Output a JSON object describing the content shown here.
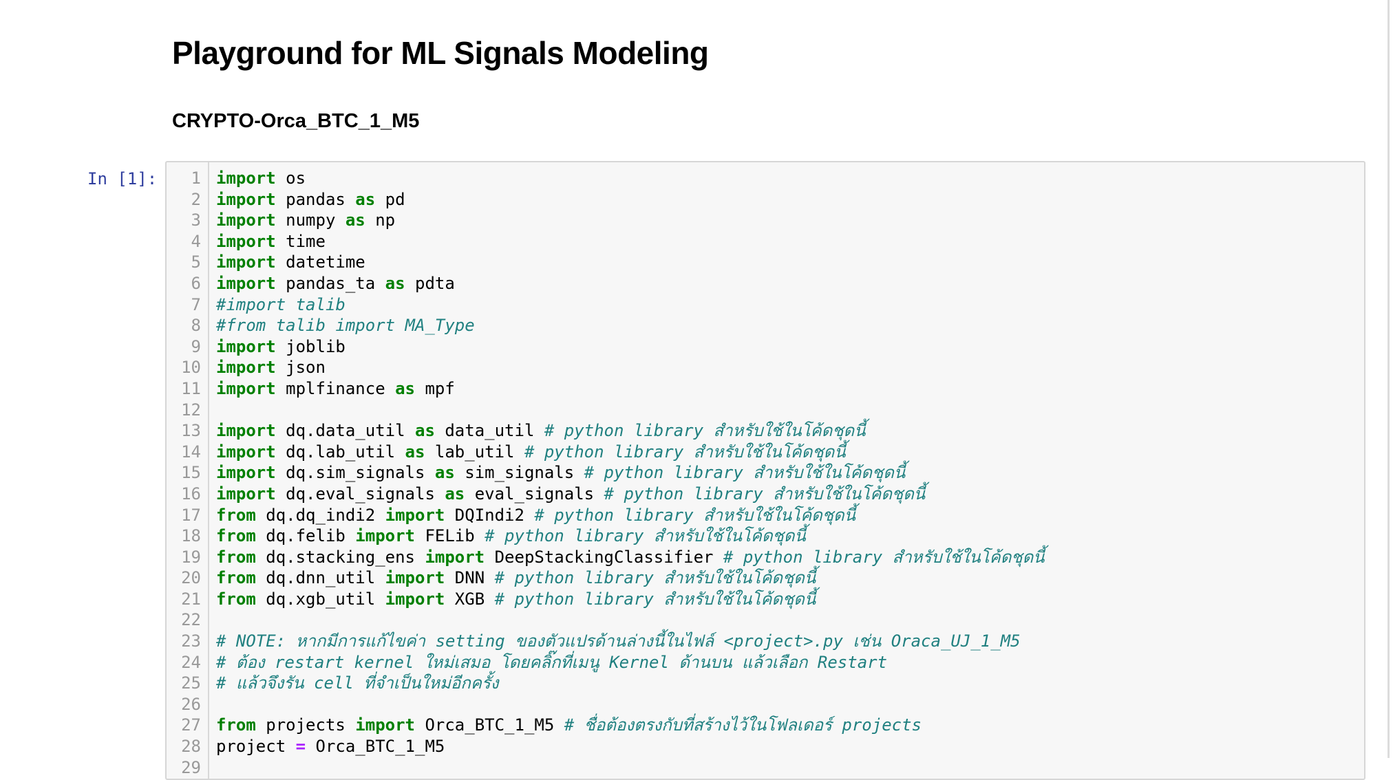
{
  "page": {
    "title": "Playground for ML Signals Modeling",
    "subtitle": "CRYPTO-Orca_BTC_1_M5"
  },
  "colors": {
    "keyword": "#008000",
    "comment": "#208080",
    "operator": "#AA22FF",
    "prompt": "#303F9F",
    "line_number": "#999999",
    "cell_bg": "#f7f7f7",
    "cell_border": "#d6d6d6",
    "gutter_border": "#d8d8d8",
    "divider": "#dcdcdc"
  },
  "cell": {
    "prompt": "In [1]:",
    "execution_count": "1",
    "code_lines": [
      {
        "n": 1,
        "tokens": [
          [
            "kw",
            "import"
          ],
          [
            "txt",
            " os"
          ]
        ]
      },
      {
        "n": 2,
        "tokens": [
          [
            "kw",
            "import"
          ],
          [
            "txt",
            " pandas "
          ],
          [
            "kw",
            "as"
          ],
          [
            "txt",
            " pd"
          ]
        ]
      },
      {
        "n": 3,
        "tokens": [
          [
            "kw",
            "import"
          ],
          [
            "txt",
            " numpy "
          ],
          [
            "kw",
            "as"
          ],
          [
            "txt",
            " np"
          ]
        ]
      },
      {
        "n": 4,
        "tokens": [
          [
            "kw",
            "import"
          ],
          [
            "txt",
            " time"
          ]
        ]
      },
      {
        "n": 5,
        "tokens": [
          [
            "kw",
            "import"
          ],
          [
            "txt",
            " datetime"
          ]
        ]
      },
      {
        "n": 6,
        "tokens": [
          [
            "kw",
            "import"
          ],
          [
            "txt",
            " pandas_ta "
          ],
          [
            "kw",
            "as"
          ],
          [
            "txt",
            " pdta"
          ]
        ]
      },
      {
        "n": 7,
        "tokens": [
          [
            "com",
            "#import talib"
          ]
        ]
      },
      {
        "n": 8,
        "tokens": [
          [
            "com",
            "#from talib import MA_Type"
          ]
        ]
      },
      {
        "n": 9,
        "tokens": [
          [
            "kw",
            "import"
          ],
          [
            "txt",
            " joblib"
          ]
        ]
      },
      {
        "n": 10,
        "tokens": [
          [
            "kw",
            "import"
          ],
          [
            "txt",
            " json"
          ]
        ]
      },
      {
        "n": 11,
        "tokens": [
          [
            "kw",
            "import"
          ],
          [
            "txt",
            " mplfinance "
          ],
          [
            "kw",
            "as"
          ],
          [
            "txt",
            " mpf"
          ]
        ]
      },
      {
        "n": 12,
        "tokens": []
      },
      {
        "n": 13,
        "tokens": [
          [
            "kw",
            "import"
          ],
          [
            "txt",
            " dq.data_util "
          ],
          [
            "kw",
            "as"
          ],
          [
            "txt",
            " data_util "
          ],
          [
            "com",
            "# python library สำหรับใช้ในโค้ดชุดนี้"
          ]
        ]
      },
      {
        "n": 14,
        "tokens": [
          [
            "kw",
            "import"
          ],
          [
            "txt",
            " dq.lab_util "
          ],
          [
            "kw",
            "as"
          ],
          [
            "txt",
            " lab_util "
          ],
          [
            "com",
            "# python library สำหรับใช้ในโค้ดชุดนี้"
          ]
        ]
      },
      {
        "n": 15,
        "tokens": [
          [
            "kw",
            "import"
          ],
          [
            "txt",
            " dq.sim_signals "
          ],
          [
            "kw",
            "as"
          ],
          [
            "txt",
            " sim_signals "
          ],
          [
            "com",
            "# python library สำหรับใช้ในโค้ดชุดนี้"
          ]
        ]
      },
      {
        "n": 16,
        "tokens": [
          [
            "kw",
            "import"
          ],
          [
            "txt",
            " dq.eval_signals "
          ],
          [
            "kw",
            "as"
          ],
          [
            "txt",
            " eval_signals "
          ],
          [
            "com",
            "# python library สำหรับใช้ในโค้ดชุดนี้"
          ]
        ]
      },
      {
        "n": 17,
        "tokens": [
          [
            "kw",
            "from"
          ],
          [
            "txt",
            " dq.dq_indi2 "
          ],
          [
            "kw",
            "import"
          ],
          [
            "txt",
            " DQIndi2 "
          ],
          [
            "com",
            "# python library สำหรับใช้ในโค้ดชุดนี้"
          ]
        ]
      },
      {
        "n": 18,
        "tokens": [
          [
            "kw",
            "from"
          ],
          [
            "txt",
            " dq.felib "
          ],
          [
            "kw",
            "import"
          ],
          [
            "txt",
            " FELib "
          ],
          [
            "com",
            "# python library สำหรับใช้ในโค้ดชุดนี้"
          ]
        ]
      },
      {
        "n": 19,
        "tokens": [
          [
            "kw",
            "from"
          ],
          [
            "txt",
            " dq.stacking_ens "
          ],
          [
            "kw",
            "import"
          ],
          [
            "txt",
            " DeepStackingClassifier "
          ],
          [
            "com",
            "# python library สำหรับใช้ในโค้ดชุดนี้"
          ]
        ]
      },
      {
        "n": 20,
        "tokens": [
          [
            "kw",
            "from"
          ],
          [
            "txt",
            " dq.dnn_util "
          ],
          [
            "kw",
            "import"
          ],
          [
            "txt",
            " DNN "
          ],
          [
            "com",
            "# python library สำหรับใช้ในโค้ดชุดนี้"
          ]
        ]
      },
      {
        "n": 21,
        "tokens": [
          [
            "kw",
            "from"
          ],
          [
            "txt",
            " dq.xgb_util "
          ],
          [
            "kw",
            "import"
          ],
          [
            "txt",
            " XGB "
          ],
          [
            "com",
            "# python library สำหรับใช้ในโค้ดชุดนี้"
          ]
        ]
      },
      {
        "n": 22,
        "tokens": []
      },
      {
        "n": 23,
        "tokens": [
          [
            "com",
            "# NOTE: หากมีการแก้ไขค่า setting ของตัวแปรด้านล่างนี้ในไฟล์ <project>.py เช่น Oraca_UJ_1_M5"
          ]
        ]
      },
      {
        "n": 24,
        "tokens": [
          [
            "com",
            "# ต้อง restart kernel ใหม่เสมอ โดยคลิ๊กที่เมนู Kernel ด้านบน แล้วเลือก Restart"
          ]
        ]
      },
      {
        "n": 25,
        "tokens": [
          [
            "com",
            "# แล้วจึงรัน cell ที่จำเป็นใหม่อีกครั้ง"
          ]
        ]
      },
      {
        "n": 26,
        "tokens": []
      },
      {
        "n": 27,
        "tokens": [
          [
            "kw",
            "from"
          ],
          [
            "txt",
            " projects "
          ],
          [
            "kw",
            "import"
          ],
          [
            "txt",
            " Orca_BTC_1_M5 "
          ],
          [
            "com",
            "# ชื่อต้องตรงกับที่สร้างไว้ในโฟลเดอร์ projects"
          ]
        ]
      },
      {
        "n": 28,
        "tokens": [
          [
            "txt",
            "project "
          ],
          [
            "op",
            "="
          ],
          [
            "txt",
            " Orca_BTC_1_M5"
          ]
        ]
      },
      {
        "n": 29,
        "tokens": []
      }
    ]
  }
}
